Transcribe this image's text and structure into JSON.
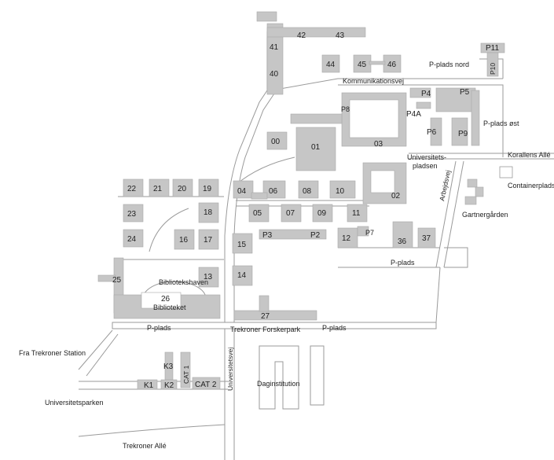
{
  "buildings": [
    {
      "id": "b42",
      "label": "42"
    },
    {
      "id": "b43",
      "label": "43"
    },
    {
      "id": "b41",
      "label": "41"
    },
    {
      "id": "b40",
      "label": "40"
    },
    {
      "id": "b44",
      "label": "44"
    },
    {
      "id": "b45",
      "label": "45"
    },
    {
      "id": "b46",
      "label": "46"
    },
    {
      "id": "b00",
      "label": "00"
    },
    {
      "id": "b01",
      "label": "01"
    },
    {
      "id": "b03",
      "label": "03"
    },
    {
      "id": "b02",
      "label": "02"
    },
    {
      "id": "b04",
      "label": "04"
    },
    {
      "id": "b06",
      "label": "06"
    },
    {
      "id": "b08",
      "label": "08"
    },
    {
      "id": "b10",
      "label": "10"
    },
    {
      "id": "b05",
      "label": "05"
    },
    {
      "id": "b07",
      "label": "07"
    },
    {
      "id": "b09",
      "label": "09"
    },
    {
      "id": "b11",
      "label": "11"
    },
    {
      "id": "b12",
      "label": "12"
    },
    {
      "id": "b36",
      "label": "36"
    },
    {
      "id": "b37",
      "label": "37"
    },
    {
      "id": "b22",
      "label": "22"
    },
    {
      "id": "b21",
      "label": "21"
    },
    {
      "id": "b20",
      "label": "20"
    },
    {
      "id": "b19",
      "label": "19"
    },
    {
      "id": "b23",
      "label": "23"
    },
    {
      "id": "b18",
      "label": "18"
    },
    {
      "id": "b24",
      "label": "24"
    },
    {
      "id": "b16",
      "label": "16"
    },
    {
      "id": "b17",
      "label": "17"
    },
    {
      "id": "b15",
      "label": "15"
    },
    {
      "id": "b13",
      "label": "13"
    },
    {
      "id": "b14",
      "label": "14"
    },
    {
      "id": "b25",
      "label": "25"
    },
    {
      "id": "b26",
      "label": "26"
    },
    {
      "id": "b27",
      "label": "27"
    },
    {
      "id": "k1",
      "label": "K1"
    },
    {
      "id": "k2",
      "label": "K2"
    },
    {
      "id": "k3",
      "label": "K3"
    },
    {
      "id": "cat1",
      "label": "CAT 1"
    },
    {
      "id": "cat2",
      "label": "CAT 2"
    }
  ],
  "parking": {
    "p11": "P11",
    "p10": "P10",
    "p_nord": "P-plads nord",
    "p4": "P4",
    "p5": "P5",
    "p4a": "P4A",
    "p6": "P6",
    "p9": "P9",
    "p8": "P8",
    "p_ost": "P-plads øst",
    "p3": "P3",
    "p2": "P2",
    "p7": "P7",
    "p_plads_south": "P-plads",
    "p_plads_left": "P-plads",
    "p_plads_right": "P-plads",
    "containerplads": "Containerplads"
  },
  "places": {
    "kommunikationsvej": "Kommunikationsvej",
    "korallens_alle": "Korallens Allé",
    "universitetspladsen_1": "Universitets-",
    "universitetspladsen_2": "pladsen",
    "arbejdsvej": "Arbejdsvej",
    "gartnergaarden": "Gartnergården",
    "biblioteket": "Biblioteket",
    "bibliotekshaven": "Bibliotekshaven",
    "trekroner_forskerpark": "Trekroner Forskerpark",
    "fra_trekroner_station": "Fra Trekroner Station",
    "universitetsparken": "Universitetsparken",
    "universitetsvej": "Universitetsvej",
    "trekroner_alle": "Trekroner Allé",
    "daginstitution": "Daginstitution"
  }
}
